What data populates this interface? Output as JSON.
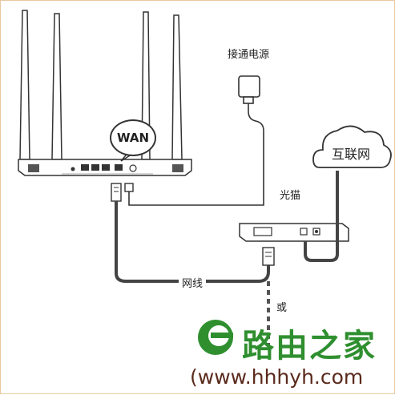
{
  "labels": {
    "power": "接通电源",
    "wan": "WAN",
    "internet": "互联网",
    "modem": "光猫",
    "cable": "网线",
    "or": "或"
  },
  "watermark": {
    "brand": "路由之家",
    "url": "(www.hhhyh.com"
  },
  "colors": {
    "accent_green": "#2f8f2f",
    "url_brown": "#5a2a1c",
    "line": "#333333"
  }
}
